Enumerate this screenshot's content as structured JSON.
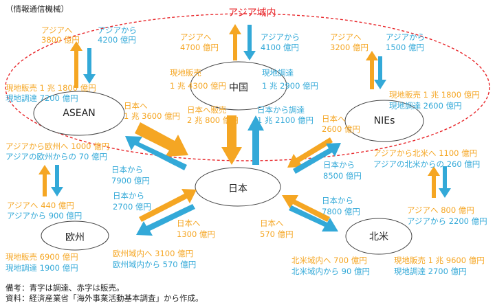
{
  "header_note": "（情報通信機械）",
  "region_label": "アジア域内",
  "nodes": {
    "china": "中国",
    "asean": "ASEAN",
    "nies": "NIEs",
    "japan": "日本",
    "europe": "欧州",
    "north_america": "北米"
  },
  "labels": {
    "asean_to_asia": [
      "アジアへ",
      "3800 億円"
    ],
    "asean_from_asia": [
      "アジアから",
      "4200 億円"
    ],
    "asean_local": [
      "現地販売 1 兆 1800 億円",
      "現地調達 7200 億円"
    ],
    "asean_to_japan": [
      "日本へ",
      "1 兆 3600 億円"
    ],
    "china_to_asia": [
      "アジアへ",
      "4700 億円"
    ],
    "china_from_asia": [
      "アジアから",
      "4100 億円"
    ],
    "china_sales": [
      "現地販売",
      "1 兆 4300 億円"
    ],
    "china_procure": [
      "現地調達",
      "1 兆 2900 億円"
    ],
    "china_to_japan": [
      "日本へ販売",
      "2 兆 800 億円"
    ],
    "china_from_japan": [
      "日本から調達",
      "1 兆 2100 億円"
    ],
    "nies_to_asia": [
      "アジアへ",
      "3200 億円"
    ],
    "nies_from_asia": [
      "アジアから",
      "1500 億円"
    ],
    "nies_local": [
      "現地販売 1 兆 1800 億円",
      "現地調達 2600 億円"
    ],
    "nies_to_japan": [
      "日本へ",
      "2600 億円"
    ],
    "asia_europe": [
      "アジアから欧州へ 1000 億円",
      "アジアの欧州からの 70 億円"
    ],
    "asia_na": [
      "アジアから北米へ 1100 億円",
      "アジアの北米からの 260 億円"
    ],
    "japan_from_asean": [
      "日本から",
      "7900 億円"
    ],
    "japan_from_europe": [
      "日本から",
      "2700 億円"
    ],
    "japan_from_nies": [
      "日本から",
      "8500 億円"
    ],
    "japan_from_na": [
      "日本から",
      "7800 億円"
    ],
    "japan_to_europe": [
      "日本へ",
      "1300 億円"
    ],
    "japan_to_na": [
      "日本へ",
      "570 億円"
    ],
    "europe_asia": [
      "アジアへ 440 億円",
      "アジアから 900 億円"
    ],
    "europe_local": [
      "現地販売 6900 億円",
      "現地調達 1900 億円"
    ],
    "europe_intra": [
      "欧州域内へ 3100 億円",
      "欧州域内から 570 億円"
    ],
    "na_asia": [
      "アジアへ 800 億円",
      "アジアから 2200 億円"
    ],
    "na_intra": [
      "北米域内へ 700 億円",
      "北米域内から 90 億円"
    ],
    "na_local": [
      "現地販売 1 兆 9600 億円",
      "現地調達 2700 億円"
    ]
  },
  "footnotes": [
    "備考：青字は調達、赤字は販売。",
    "資料：経済産業省「海外事業活動基本調査」から作成。"
  ],
  "colors": {
    "sales": "#f5a623",
    "procurement": "#33a9d8",
    "region": "#e8262a",
    "outline": "#444444"
  }
}
